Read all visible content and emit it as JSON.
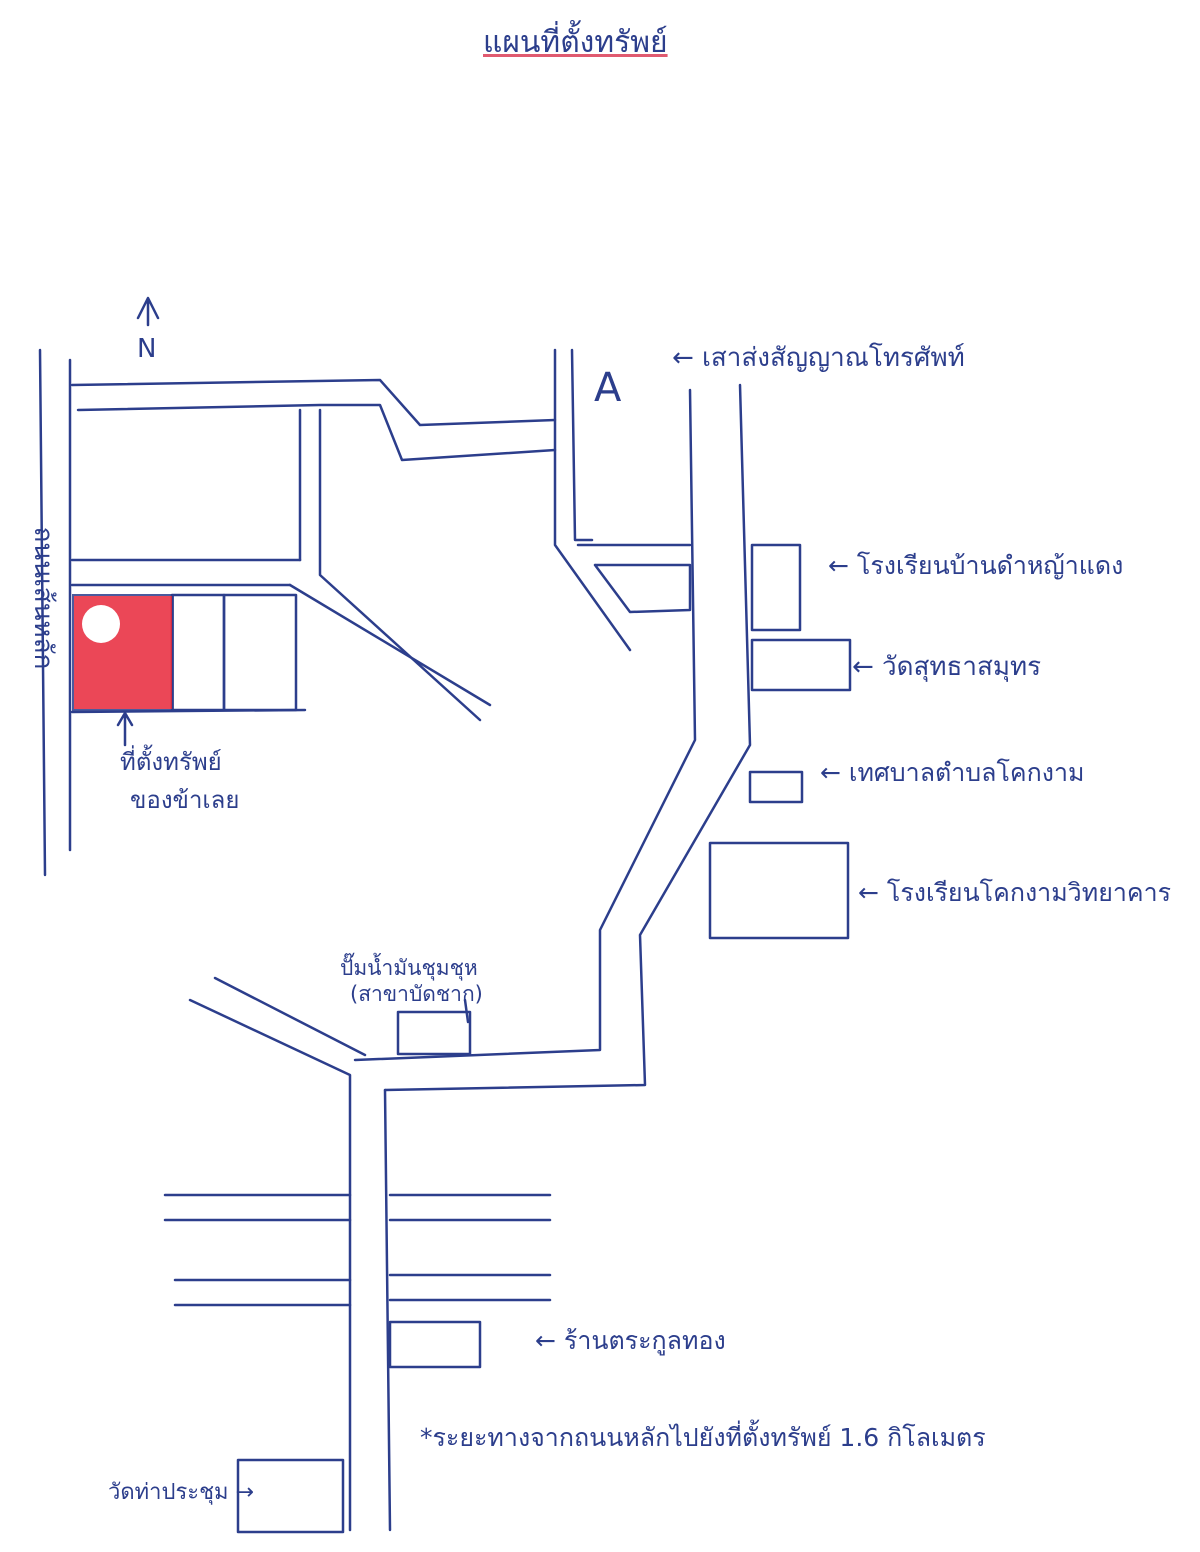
{
  "title": "แผนที่ตั้งทรัพย์",
  "north_label": "N",
  "tower_marker": "A",
  "labels": {
    "telephone_tower": "← เสาส่งสัญญาณโทรศัพท์",
    "school_1": "← โรงเรียนบ้านดำหญ้าแดง",
    "temple_1": "← วัดสุทธาสมุทร",
    "municipality": "← เทศบาลตำบลโคกงาม",
    "school_2": "← โรงเรียนโคกงามวิทยาคาร",
    "gas_station_line1": "ปั๊มน้ำมันชุมชุห",
    "gas_station_line2": "(สาขาบัดชาก)",
    "gold_shop": "← ร้านตระกูลทอง",
    "temple_2": "วัดท่าประชุม →",
    "property_line1": "ที่ตั้งทรัพย์",
    "property_line2": "ของข้าเลย",
    "main_road": "ถนนเส้นหลัก",
    "distance_note": "*ระยะทางจากถนนหลักไปยังที่ตั้งทรัพย์ 1.6 กิโลเมตร"
  },
  "colors": {
    "ink": "#2c3e8c",
    "property_fill": "#e8283a",
    "title_underline": "#e05a70"
  }
}
